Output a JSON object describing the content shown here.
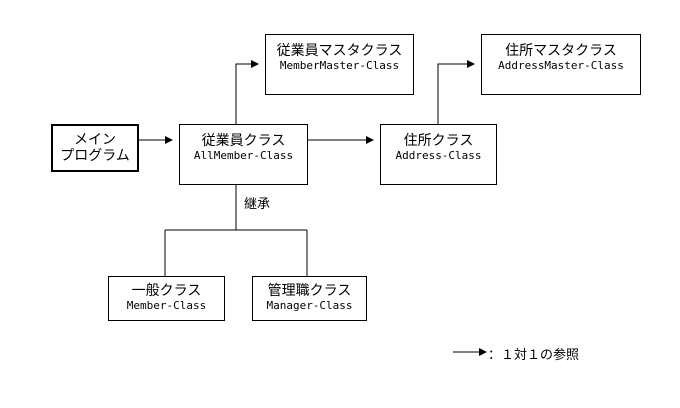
{
  "boxes": {
    "main": {
      "jp1": "メイン",
      "jp2": "プログラム"
    },
    "allmember": {
      "jp": "従業員クラス",
      "en": "AllMember-Class"
    },
    "membermaster": {
      "jp": "従業員マスタクラス",
      "en": "MemberMaster-Class"
    },
    "address": {
      "jp": "住所クラス",
      "en": "Address-Class"
    },
    "addressmaster": {
      "jp": "住所マスタクラス",
      "en": "AddressMaster-Class"
    },
    "member": {
      "jp": "一般クラス",
      "en": "Member-Class"
    },
    "manager": {
      "jp": "管理職クラス",
      "en": "Manager-Class"
    }
  },
  "inheritance_label": "継承",
  "legend": {
    "text": "：１対１の参照"
  }
}
